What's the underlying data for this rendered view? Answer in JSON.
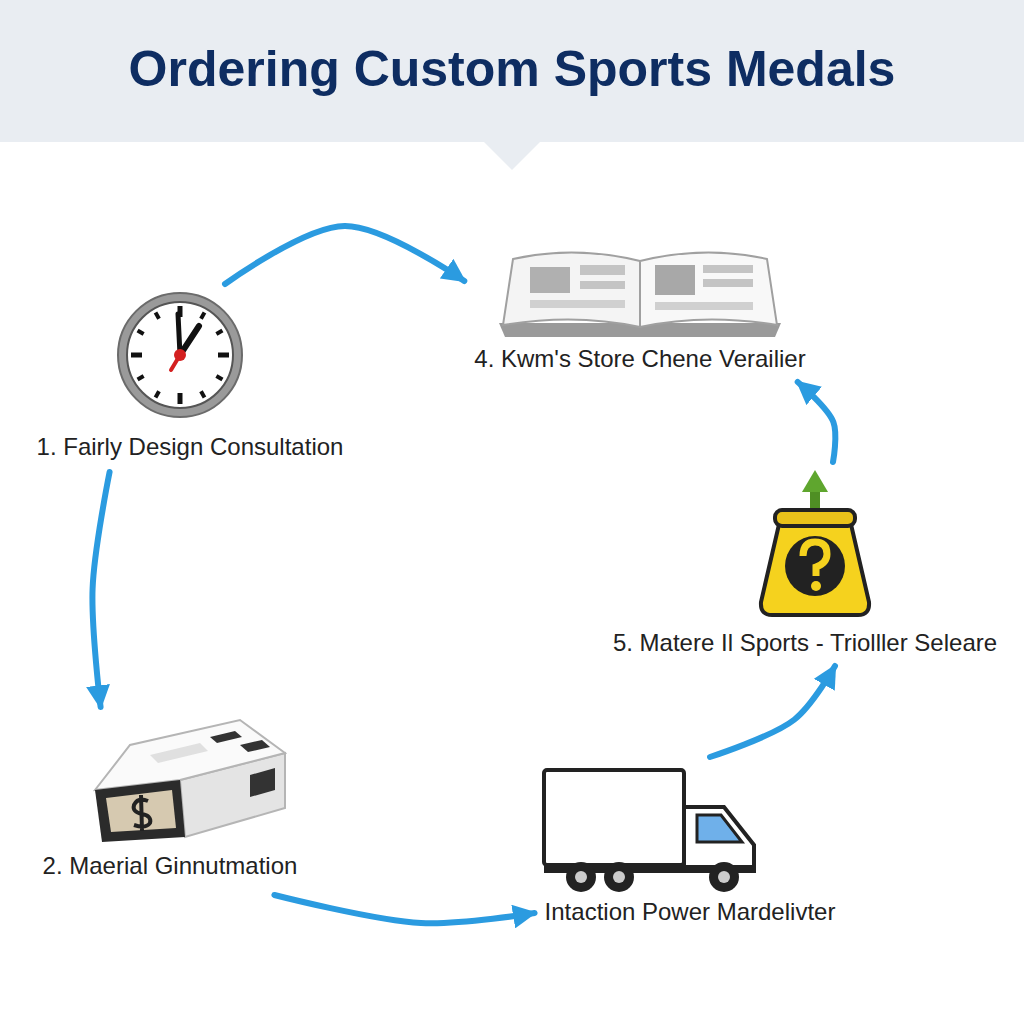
{
  "diagram": {
    "title": "Ordering Custom Sports Medals",
    "nodes": [
      {
        "text": [
          "1. Fairly Design Consultation"
        ]
      },
      {
        "text": [
          "2. Maerial Ginnutmation"
        ]
      },
      {
        "text": [
          "Intaction Power Mardelivter"
        ]
      },
      {
        "text": [
          "5. Matere Il Sports - Triolller Seleare"
        ]
      },
      {
        "text": [
          "4. Kwm's Store Chene Verailier"
        ]
      }
    ],
    "edges": [
      {
        "from": 0,
        "to": 1,
        "arrow": "to"
      },
      {
        "from": 1,
        "to": 2,
        "arrow": "to"
      },
      {
        "from": 2,
        "to": 3,
        "arrow": "to"
      },
      {
        "from": 3,
        "to": 4,
        "arrow": "to"
      },
      {
        "from": 0,
        "to": 4,
        "arrow": "to"
      }
    ]
  }
}
